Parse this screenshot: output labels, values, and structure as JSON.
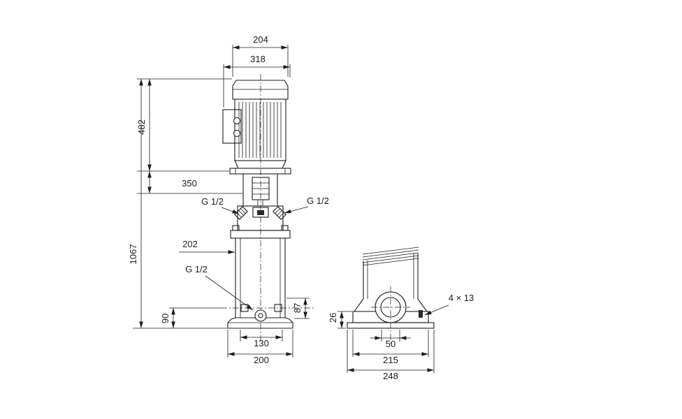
{
  "front_view": {
    "dim_top_inner": "204",
    "dim_top_outer": "318",
    "dim_motor_height": "482",
    "dim_mid_height": "350",
    "dim_total_height": "1067",
    "label_vent_left": "G 1/2",
    "label_vent_right": "G 1/2",
    "dim_diameter": "202",
    "label_drain": "G 1/2",
    "dim_base_left": "90",
    "dim_base_right": "87",
    "dim_foot_inner": "130",
    "dim_foot_outer": "200"
  },
  "side_view": {
    "dim_base_height": "26",
    "dim_slot_inner": "50",
    "dim_slot_mid": "215",
    "dim_plate_outer": "248",
    "label_holes": "4 × 13"
  },
  "colors": {
    "line": "#1c1c1c",
    "background": "#ffffff"
  }
}
